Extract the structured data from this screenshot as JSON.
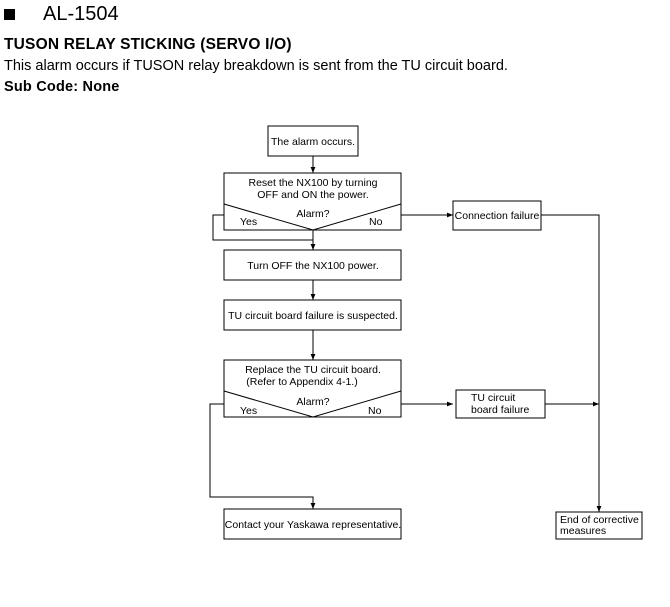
{
  "header": {
    "alarm_code": "AL-1504",
    "title": "TUSON RELAY STICKING (SERVO I/O)",
    "description": "This alarm occurs if TUSON relay breakdown is sent from the TU circuit board.",
    "sub_code": "Sub Code: None"
  },
  "flowchart": {
    "start": "The alarm occurs.",
    "reset_line1": "Reset the NX100 by turning",
    "reset_line2": "OFF and ON the power.",
    "decision1": {
      "question": "Alarm?",
      "yes": "Yes",
      "no": "No"
    },
    "connection_failure": "Connection failure",
    "turn_off": "Turn OFF the NX100 power.",
    "suspected": "TU circuit board failure is suspected.",
    "replace_line1": "Replace the TU circuit board.",
    "replace_line2": "(Refer to Appendix 4-1.)",
    "decision2": {
      "question": "Alarm?",
      "yes": "Yes",
      "no": "No"
    },
    "tu_failure_line1": "TU circuit",
    "tu_failure_line2": "board failure",
    "contact": "Contact your Yaskawa representative.",
    "end_line1": "End of corrective",
    "end_line2": "measures"
  }
}
